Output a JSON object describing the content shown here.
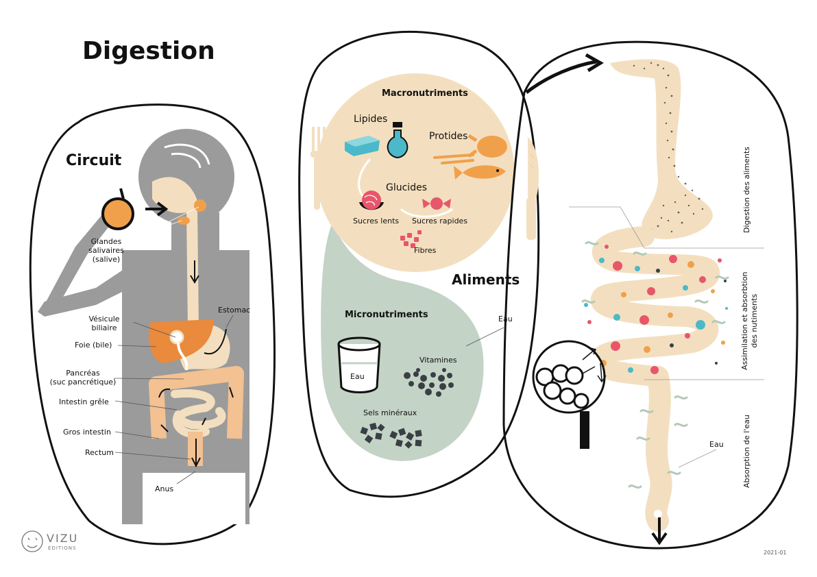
{
  "title": "Digestion",
  "circuit": {
    "heading": "Circuit",
    "labels": {
      "glandes": [
        "Glandes",
        "salivaires",
        "(salive)"
      ],
      "estomac": "Estomac",
      "vesicule": [
        "Vésicule",
        "biliaire"
      ],
      "foie": "Foie (bile)",
      "pancreas": [
        "Pancréas",
        "(suc pancrétique)"
      ],
      "intestin_grele": "Intestin grêle",
      "gros_intestin": "Gros intestin",
      "rectum": "Rectum",
      "anus": "Anus"
    }
  },
  "aliments": {
    "heading": "Aliments",
    "macro": {
      "heading": "Macronutriments",
      "lipides": "Lipides",
      "protides": "Protides",
      "glucides": "Glucides",
      "sucres_lents": "Sucres lents",
      "sucres_rapides": "Sucres rapides",
      "fibres": "Fibres"
    },
    "micro": {
      "heading": "Micronutriments",
      "eau_glass": "Eau",
      "eau": "Eau",
      "vitamines": "Vitamines",
      "sels": "Sels minéraux"
    }
  },
  "process": {
    "digestion": "Digestion des aliments",
    "assimilation": [
      "Assimilation et absorbtion",
      "des nutiments"
    ],
    "absorption": "Absorption de l'eau",
    "eau": "Eau"
  },
  "logo": {
    "name": "VIZU",
    "sub": "ÉDITIONS"
  },
  "version": "2021-01",
  "colors": {
    "orange": "#f0a04b",
    "beige": "#f3dfbf",
    "gray": "#9b9b9b",
    "green": "#c3d3c5",
    "pink": "#e8566b",
    "teal": "#4bb9c9",
    "dark": "#3a3f45"
  }
}
